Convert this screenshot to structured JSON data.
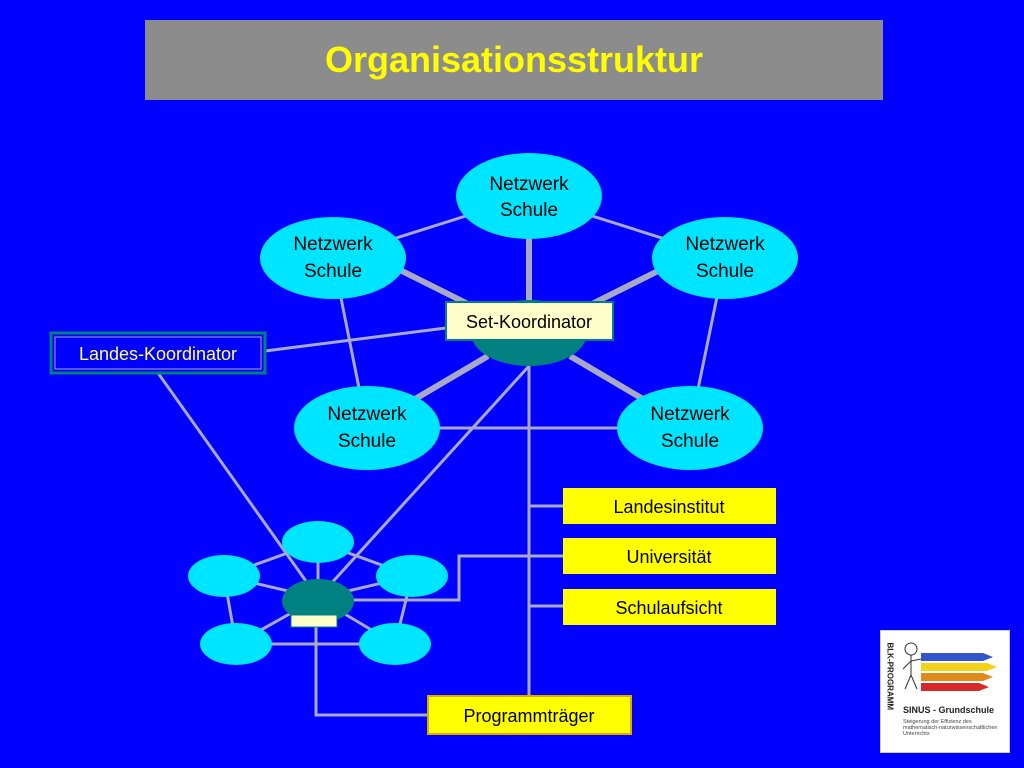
{
  "title": "Organisationsstruktur",
  "nodes": {
    "school_line1": "Netzwerk",
    "school_line2": "Schule"
  },
  "set_koordinator": "Set-Koordinator",
  "landes_koordinator": "Landes-Koordinator",
  "institutions": [
    "Landesinstitut",
    "Universität",
    "Schulaufsicht"
  ],
  "programmtraeger": "Programmträger",
  "logo": {
    "vertical_text": "BLK-PROGRAMM",
    "title": "SINUS - Grundschule",
    "subtitle": "Steigerung der Effizienz des mathematisch-naturwissenschaftlichen Unterrichts"
  },
  "colors": {
    "background": "#0000fe",
    "title_bar": "#8c8c8c",
    "title_text": "#ffff00",
    "node_fill": "#00e5ff",
    "hub_fill": "#008080",
    "connector_line": "#a8a8c8",
    "box_fill": "#ffff00",
    "koordinator_fill": "#ffffcc"
  }
}
